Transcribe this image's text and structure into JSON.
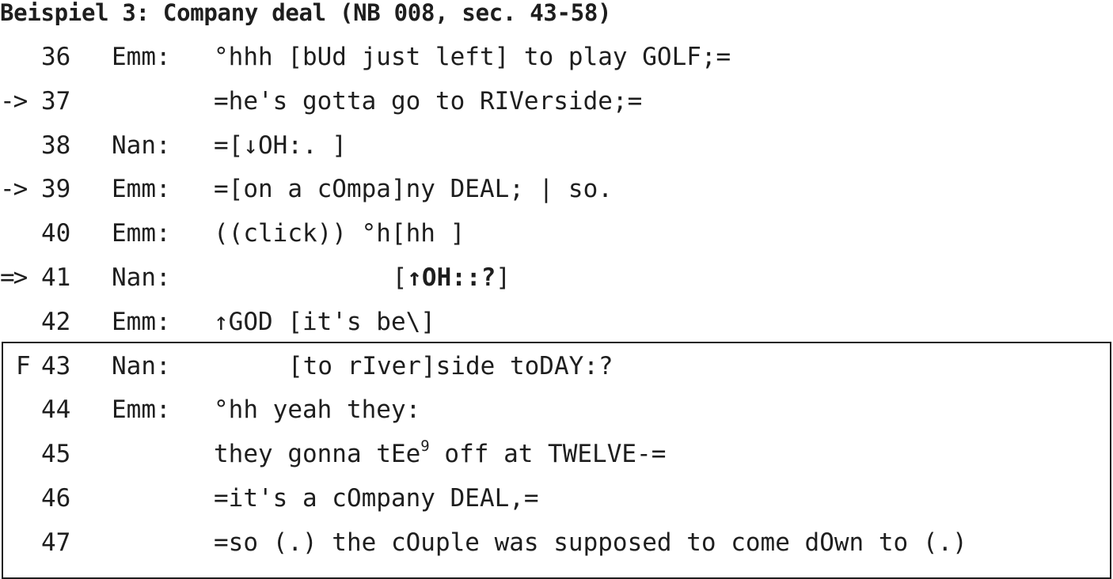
{
  "title": "Beispiel 3: Company deal (NB 008, sec. 43-58)",
  "lines": [
    {
      "marker": "",
      "num": "36",
      "speaker": "Emm:",
      "indent": 0,
      "parts": [
        {
          "t": "°hhh [bUd just left] to play GOLF;="
        }
      ]
    },
    {
      "marker": "->",
      "num": "37",
      "speaker": "",
      "indent": 0,
      "parts": [
        {
          "t": "=he's gotta go to RIVerside;="
        }
      ]
    },
    {
      "marker": "",
      "num": "38",
      "speaker": "Nan:",
      "indent": 0,
      "parts": [
        {
          "t": "=[↓OH:.     ]"
        }
      ]
    },
    {
      "marker": "->",
      "num": "39",
      "speaker": "Emm:",
      "indent": 0,
      "parts": [
        {
          "t": "=[on a cOmpa]ny DEAL; | so."
        }
      ]
    },
    {
      "marker": "",
      "num": "40",
      "speaker": "Emm:",
      "indent": 0,
      "parts": [
        {
          "t": "((click)) °h[hh     ]"
        }
      ]
    },
    {
      "marker": "=>",
      "num": "41",
      "speaker": "Nan:",
      "indent": 12,
      "parts": [
        {
          "t": "["
        },
        {
          "t": "↑OH::?",
          "s": "strong"
        },
        {
          "t": "]"
        }
      ]
    },
    {
      "marker": "",
      "num": "42",
      "speaker": "Emm:",
      "indent": 0,
      "parts": [
        {
          "t": "↑GOD [it's be\\]"
        }
      ]
    },
    {
      "marker": "F",
      "num": "43",
      "speaker": "Nan:",
      "indent": 5,
      "parts": [
        {
          "t": "[to rIver]side toDAY:?"
        }
      ]
    },
    {
      "marker": "",
      "num": "44",
      "speaker": "Emm:",
      "indent": 0,
      "parts": [
        {
          "t": "°hh yeah they:"
        }
      ]
    },
    {
      "marker": "",
      "num": "45",
      "speaker": "",
      "indent": 0,
      "parts": [
        {
          "t": "they gonna tEe"
        },
        {
          "t": "9",
          "s": "sup"
        },
        {
          "t": " off at TWELVE-="
        }
      ]
    },
    {
      "marker": "",
      "num": "46",
      "speaker": "",
      "indent": 0,
      "parts": [
        {
          "t": "=it's a cOmpany DEAL,="
        }
      ]
    },
    {
      "marker": "",
      "num": "47",
      "speaker": "",
      "indent": 0,
      "parts": [
        {
          "t": "=so (.) the cOuple was supposed to come dOwn to (.)"
        }
      ]
    }
  ]
}
